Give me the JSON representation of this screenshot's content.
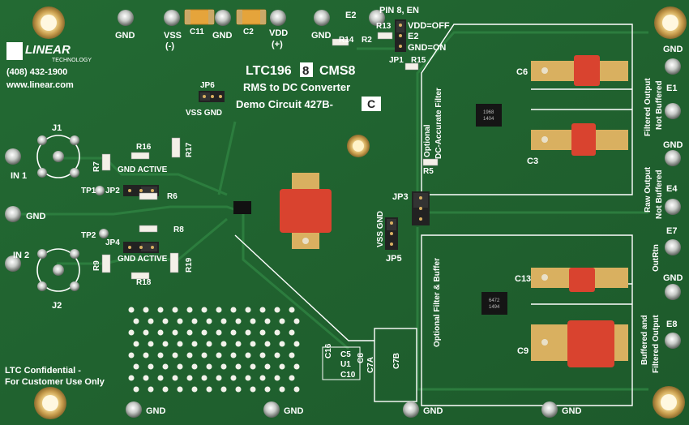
{
  "board": {
    "title_part_prefix": "LTC196",
    "title_part_digit": "8",
    "title_package": "CMS8",
    "subtitle": "RMS to DC Converter",
    "demo_circuit_prefix": "Demo Circuit 427B-",
    "demo_circuit_rev": "C",
    "phone": "(408) 432-1900",
    "website": "www.linear.com",
    "logo_text": "LINEAR",
    "logo_sub": "TECHNOLOGY",
    "confidential_line1": "LTC Confidential -",
    "confidential_line2": "For Customer Use Only"
  },
  "labels": {
    "vss_minus_1": "VSS",
    "vss_minus_2": "(-)",
    "vdd_plus_1": "VDD",
    "vdd_plus_2": "(+)",
    "gnd": "GND",
    "c11": "C11",
    "c2": "C2",
    "e2": "E2",
    "pin8_en": "PIN 8, EN",
    "vdd_off": "VDD=OFF",
    "gnd_on": "GND=ON",
    "e2_jp": "E2",
    "r13": "R13",
    "r14": "R14",
    "r2": "R2",
    "r15": "R15",
    "jp1": "JP1",
    "jp6": "JP6",
    "vss_gnd": "VSS  GND",
    "j1": "J1",
    "in1": "IN  1",
    "r7": "R7",
    "r16": "R16",
    "r17": "R17",
    "gnd_active": "GND ACTIVE",
    "tp1": "TP1",
    "jp2": "JP2",
    "r6": "R6",
    "tp2": "TP2",
    "r8": "R8",
    "jp4": "JP4",
    "r9": "R9",
    "r18": "R18",
    "r19": "R19",
    "in2": "IN  2",
    "j2": "J2",
    "optional_dc_1": "Optional",
    "optional_dc_2": "DC-Accurate Filter",
    "c6": "C6",
    "c3": "C3",
    "r5": "R5",
    "jp3": "JP3",
    "jp5": "JP5",
    "vss_gnd_vert": "VSS GND",
    "optional_fb": "Optional Filter & Buffer",
    "c13": "C13",
    "c9": "C9",
    "e1": "E1",
    "e4": "E4",
    "e7": "E7",
    "e8": "E8",
    "filtered_out_1": "Filtered Output",
    "filtered_out_2": "Not Buffered",
    "raw_out_1": "Raw Output",
    "raw_out_2": "Not Buffered",
    "outrtn": "OutRtn",
    "buff_out_1": "Buffered and",
    "buff_out_2": "Filtered Output",
    "c16": "C16",
    "c5": "C5",
    "c8": "C8",
    "u1": "U1",
    "c10": "C10",
    "c7a": "C7A",
    "c7b": "C7B",
    "chip_top_1": "1968",
    "chip_top_2": "1404",
    "chip_bot_1": "6472",
    "chip_bot_2": "1494"
  },
  "colors": {
    "pcb": "#1f5f2e",
    "pcb_light": "#2c7a3a",
    "silk": "#ffffff",
    "gold": "#d9b060",
    "capacitor_red": "#d9432f",
    "tantalum": "#e5a43b"
  }
}
